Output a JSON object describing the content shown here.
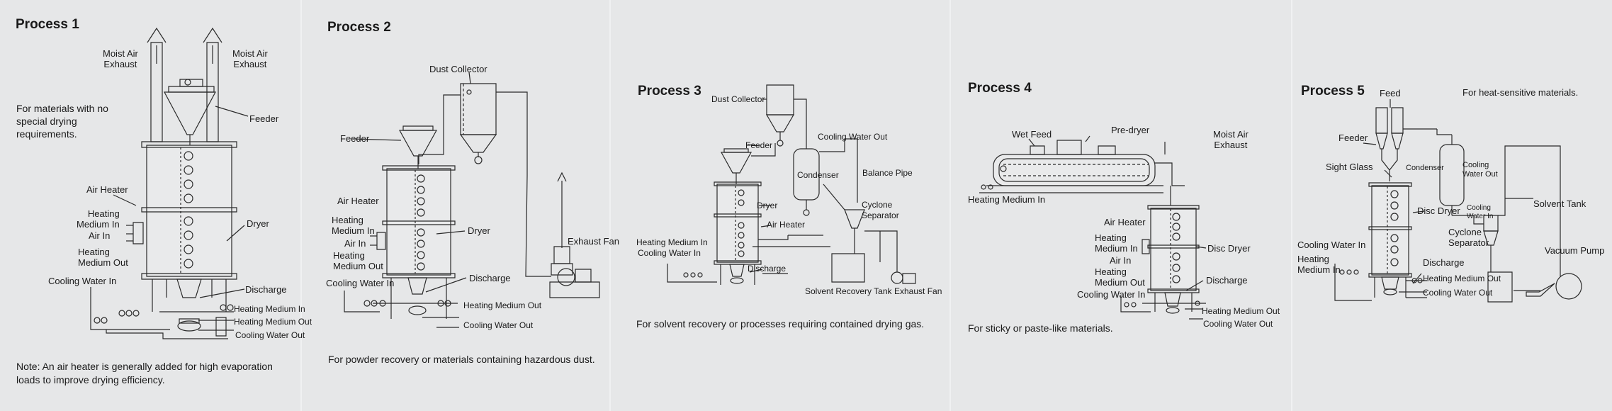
{
  "processes": [
    {
      "title": "Process 1",
      "description": "For materials with no special drying requirements.",
      "note": "Note: An air heater is generally added for high evaporation\n        loads to improve drying efficiency.",
      "labels": {
        "moist_air_exhaust_left": "Moist Air\nExhaust",
        "moist_air_exhaust_right": "Moist Air\nExhaust",
        "feeder": "Feeder",
        "air_heater": "Air Heater",
        "heating_medium_in": "Heating\nMedium In",
        "air_in": "Air In",
        "heating_medium_out": "Heating\nMedium Out",
        "dryer": "Dryer",
        "cooling_water_in": "Cooling Water In",
        "discharge": "Discharge",
        "heating_medium_in_bottom": "Heating Medium In",
        "heating_medium_out_bottom": "Heating Medium Out",
        "cooling_water_out": "Cooling Water Out"
      }
    },
    {
      "title": "Process 2",
      "description": "For powder recovery or materials containing hazardous dust.",
      "labels": {
        "dust_collector": "Dust Collector",
        "feeder": "Feeder",
        "air_heater": "Air Heater",
        "heating_medium_in": "Heating\nMedium In",
        "air_in": "Air In",
        "heating_medium_out": "Heating\nMedium Out",
        "dryer": "Dryer",
        "cooling_water_in": "Cooling Water In",
        "discharge": "Discharge",
        "heating_medium_out_bottom": "Heating Medium Out",
        "cooling_water_out": "Cooling Water Out",
        "exhaust_fan": "Exhaust Fan"
      }
    },
    {
      "title": "Process 3",
      "description": "For solvent recovery or processes requiring contained drying gas.",
      "labels": {
        "dust_collector": "Dust Collector",
        "feeder": "Feeder",
        "cooling_water_out_top": "Cooling Water Out",
        "condenser": "Condenser",
        "balance_pipe": "Balance Pipe",
        "cyclone_separator": "Cyclone\nSeparator",
        "dryer": "Dryer",
        "air_heater": "Air Heater",
        "heating_medium_in": "Heating Medium In",
        "cooling_water_in": "Cooling Water In",
        "discharge": "Discharge",
        "solvent_recovery_tank": "Solvent Recovery Tank",
        "exhaust_fan": "Exhaust Fan"
      }
    },
    {
      "title": "Process 4",
      "description": "For sticky or paste-like materials.",
      "labels": {
        "wet_feed": "Wet Feed",
        "pre_dryer": "Pre-dryer",
        "moist_air_exhaust": "Moist Air\nExhaust",
        "heating_medium_in_top": "Heating Medium In",
        "air_heater": "Air Heater",
        "heating_medium_in": "Heating\nMedium In",
        "air_in": "Air In",
        "heating_medium_out": "Heating\nMedium Out",
        "cooling_water_in": "Cooling Water In",
        "disc_dryer": "Disc Dryer",
        "discharge": "Discharge",
        "heating_medium_out_bottom": "Heating Medium Out",
        "cooling_water_out": "Cooling Water Out"
      }
    },
    {
      "title": "Process 5",
      "description": "For heat-sensitive materials.",
      "labels": {
        "feed": "Feed",
        "feeder": "Feeder",
        "sight_glass": "Sight Glass",
        "condenser": "Condenser",
        "cooling_water_out_top": "Cooling\nWater Out",
        "disc_dryer": "Disc Dryer",
        "cooling_water_in_mid": "Cooling\nWater In",
        "cyclone_separator": "Cyclone\nSeparator",
        "solvent_tank": "Solvent Tank",
        "cooling_water_in": "Cooling Water In",
        "heating_medium_in": "Heating\nMedium In",
        "discharge": "Discharge",
        "heating_medium_out": "Heating Medium Out",
        "cooling_water_out": "Cooling Water Out",
        "vacuum_pump": "Vacuum Pump"
      }
    }
  ]
}
